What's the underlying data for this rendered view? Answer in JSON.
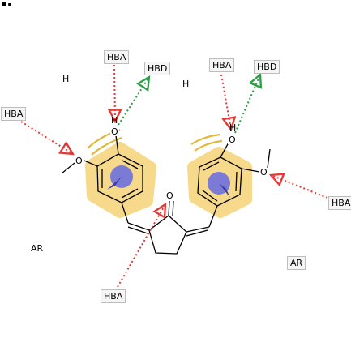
{
  "corner_mark": "■ ▪",
  "features": {
    "hba_top_left": "HBA",
    "hbd_top_left": "HBD",
    "hba_top_right": "HBA",
    "hbd_top_right": "HBD",
    "hba_left": "HBA",
    "hba_right": "HBA",
    "hba_bottom": "HBA",
    "h_left": "H",
    "h_center": "H",
    "ar_left": "AR",
    "ar_right": "AR"
  },
  "atoms": {
    "o_methoxy_left": "O",
    "o_hydroxy_left": "O",
    "h_hydroxy_left": "H",
    "o_ketone": "O",
    "o_hydroxy_right": "O",
    "h_hydroxy_right": "H",
    "o_methoxy_right": "O"
  },
  "colors": {
    "hba": "#e53935",
    "hbd": "#2e9e44",
    "hydrophobic": "#e0b83a",
    "aromatic_halo": "#f6d98a",
    "aromatic_disc": "#7b7bd6",
    "bond": "#000000"
  }
}
